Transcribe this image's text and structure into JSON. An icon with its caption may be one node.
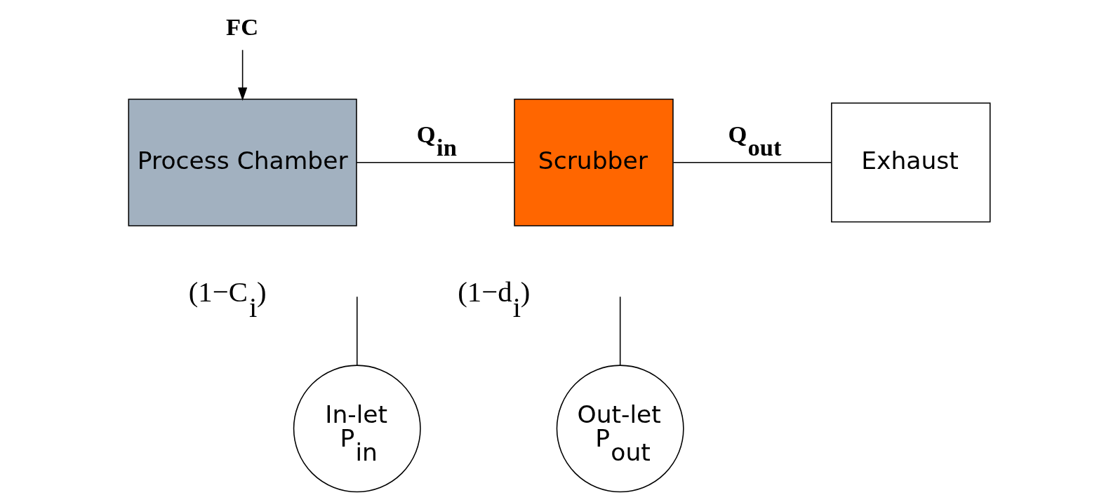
{
  "diagram": {
    "nodes": [
      {
        "text": [
          "FC"
        ]
      },
      {
        "text": [
          "Process Chamber"
        ],
        "beside": [
          "(1−C$_{i}$)"
        ]
      },
      {
        "text": [
          "Scrubber"
        ],
        "beside": [
          "(1−d$_{i}$)"
        ]
      },
      {
        "text": [
          "Exhaust"
        ]
      },
      {
        "text": [
          "In-let",
          "P$_{in}$"
        ]
      },
      {
        "text": [
          "Out-let",
          "P$_{out}$"
        ]
      }
    ],
    "edges": [
      {
        "from": 0,
        "to": 1,
        "arrow": "to"
      },
      {
        "from": 1,
        "to": 2,
        "arrow": "none",
        "label": "Q$_{in}$"
      },
      {
        "from": 2,
        "to": 3,
        "arrow": "none",
        "label": "Q$_{out}$"
      },
      {
        "from": 4,
        "to": null,
        "arrow": "none"
      },
      {
        "from": 5,
        "to": null,
        "arrow": "none"
      }
    ]
  }
}
